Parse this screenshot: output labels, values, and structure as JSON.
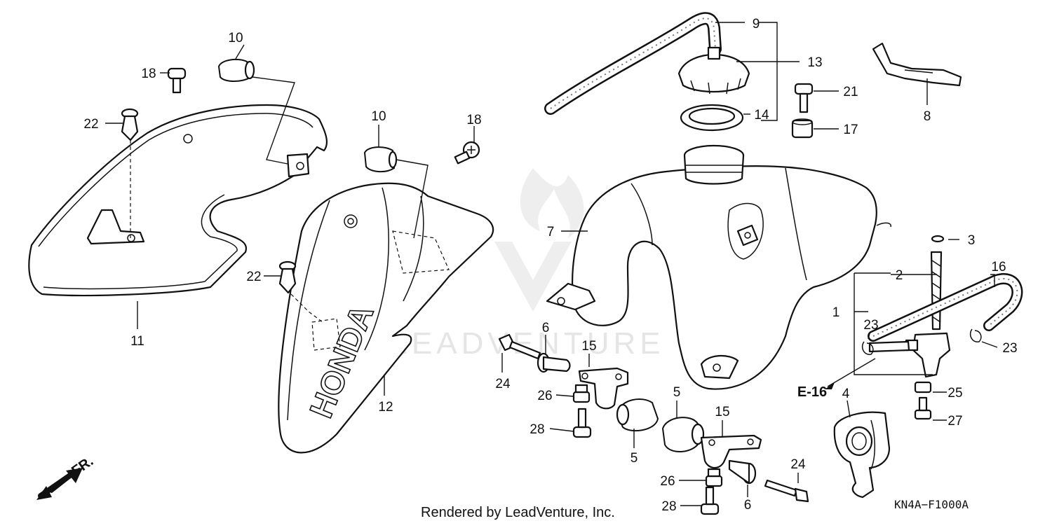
{
  "diagram": {
    "code": "KN4A−F1000A",
    "credit": "Rendered by LeadVenture, Inc.",
    "watermark": "LEADVENTURE",
    "direction_label": "FR.",
    "reference_label": "E-16",
    "callouts": {
      "c1": "1",
      "c2": "2",
      "c3": "3",
      "c4": "4",
      "c5a": "5",
      "c5b": "5",
      "c6a": "6",
      "c6b": "6",
      "c7": "7",
      "c8": "8",
      "c9": "9",
      "c10a": "10",
      "c10b": "10",
      "c11": "11",
      "c12": "12",
      "c13": "13",
      "c14": "14",
      "c15a": "15",
      "c15b": "15",
      "c16": "16",
      "c17": "17",
      "c18a": "18",
      "c18b": "18",
      "c21": "21",
      "c22a": "22",
      "c22b": "22",
      "c23a": "23",
      "c23b": "23",
      "c24a": "24",
      "c24b": "24",
      "c25": "25",
      "c26a": "26",
      "c26b": "26",
      "c27": "27",
      "c28a": "28",
      "c28b": "28"
    }
  }
}
